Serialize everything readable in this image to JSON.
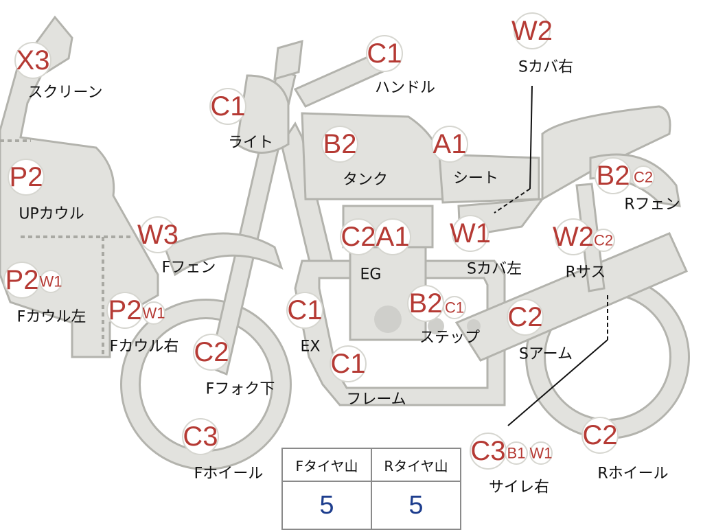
{
  "diagram": {
    "badges": [
      {
        "id": "screen-grade",
        "code": "X3",
        "label": "スクリーン"
      },
      {
        "id": "light-grade",
        "code": "C1",
        "label": "ライト"
      },
      {
        "id": "handle-grade",
        "code": "C1",
        "label": "ハンドル"
      },
      {
        "id": "side-cover-r-grade",
        "code": "W2",
        "label": "Sカバ右"
      },
      {
        "id": "tank-grade",
        "code": "B2",
        "label": "タンク"
      },
      {
        "id": "seat-grade",
        "code": "A1",
        "label": "シート"
      },
      {
        "id": "up-cowl-grade",
        "code": "P2",
        "label": "UPカウル"
      },
      {
        "id": "r-fender-grade",
        "code": "B2",
        "code2": "C2",
        "label": "Rフェン"
      },
      {
        "id": "f-fender-grade",
        "code": "W3",
        "label": "Fフェン"
      },
      {
        "id": "eg-grade",
        "code": "C2",
        "code2": "A1",
        "label": "EG"
      },
      {
        "id": "side-cover-l-grade",
        "code": "W1",
        "label": "Sカバ左"
      },
      {
        "id": "r-sus-grade",
        "code": "W2",
        "code2": "C2",
        "label": "Rサス"
      },
      {
        "id": "f-cowl-l-grade",
        "code": "P2",
        "code2": "W1",
        "label": "Fカウル左"
      },
      {
        "id": "f-cowl-r-grade",
        "code": "P2",
        "code2": "W1",
        "label": "Fカウル右"
      },
      {
        "id": "ex-grade",
        "code": "C1",
        "label": "EX"
      },
      {
        "id": "step-grade",
        "code": "B2",
        "code2": "C1",
        "label": "ステップ"
      },
      {
        "id": "s-arm-grade",
        "code": "C2",
        "label": "Sアーム"
      },
      {
        "id": "f-fork-grade",
        "code": "C2",
        "label": "Fフォク下"
      },
      {
        "id": "frame-grade",
        "code": "C1",
        "label": "フレーム"
      },
      {
        "id": "f-wheel-grade",
        "code": "C3",
        "label": "Fホイール"
      },
      {
        "id": "silencer-r-grade",
        "code": "C3",
        "code2": "B1",
        "code3": "W1",
        "label": "サイレ右"
      },
      {
        "id": "r-wheel-grade",
        "code": "C2",
        "label": "Rホイール"
      }
    ]
  },
  "tread_table": {
    "front_header": "Fタイヤ山",
    "rear_header": "Rタイヤ山",
    "front_value": "5",
    "rear_value": "5"
  },
  "colors": {
    "part_fill": "#e2e2de",
    "part_stroke": "#b3b3ad",
    "grade_code": "#b53a34",
    "tread_value": "#1e3e8e"
  }
}
